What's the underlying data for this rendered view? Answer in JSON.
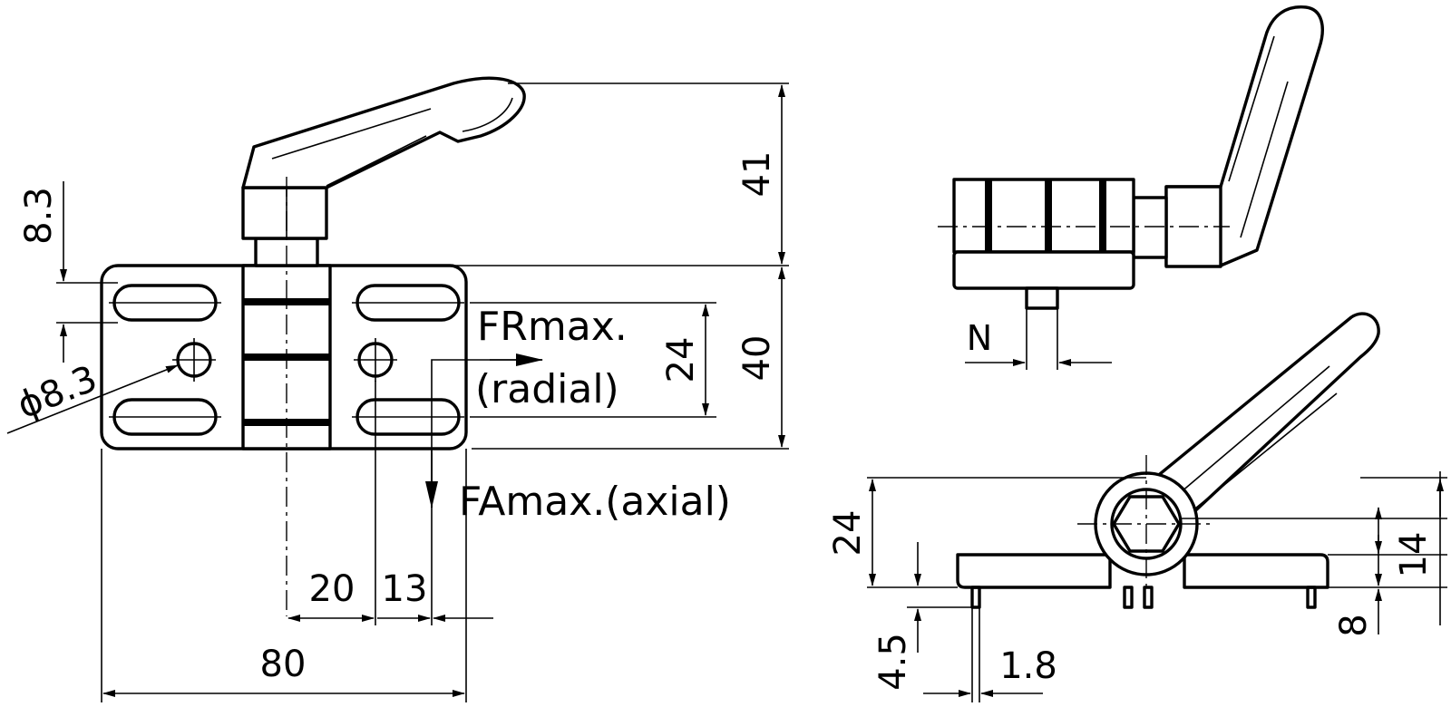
{
  "dimensions": {
    "d8_3": "8.3",
    "phi8_3": "ϕ8.3",
    "d41": "41",
    "d40": "40",
    "d24_slot": "24",
    "d20": "20",
    "d13": "13",
    "d80": "80",
    "dN": "N",
    "d24_side": "24",
    "d14": "14",
    "d8": "8",
    "d4_5": "4.5",
    "d1_8": "1.8"
  },
  "forces": {
    "fr_line1": "FRmax.",
    "fr_line2": "(radial)",
    "fa": "FAmax.(axial)"
  }
}
